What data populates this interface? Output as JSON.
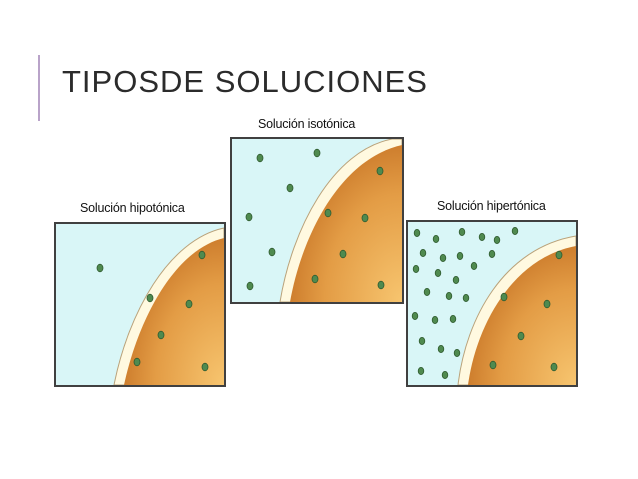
{
  "slide": {
    "title": "TIPOSDE SOLUCIONES"
  },
  "figure": {
    "panels": [
      {
        "label": "Solución hipotónica"
      },
      {
        "label": "Solución isotónica"
      },
      {
        "label": "Solución hipertónica"
      }
    ]
  },
  "colors": {
    "solution_background": "#d9f6f7",
    "cell_fill_dark": "#c9772a",
    "cell_fill_light": "#f6c06b",
    "membrane": "#fff9e0",
    "solute_particle": "#4f8a4f",
    "accent_bar": "#b9a3c9"
  }
}
